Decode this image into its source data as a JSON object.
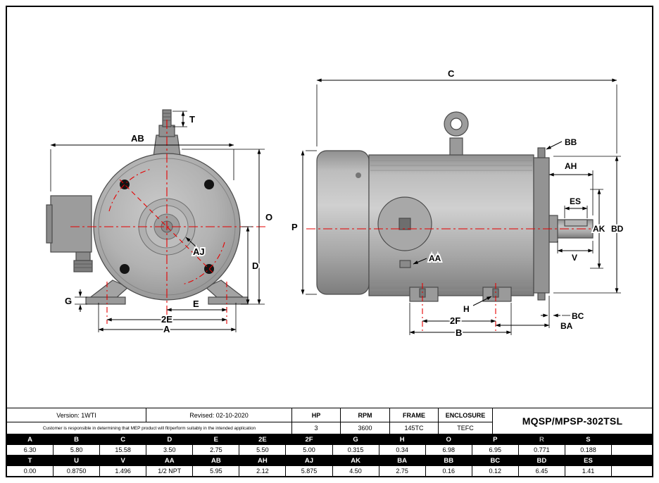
{
  "colors": {
    "centerline": "#e60000",
    "line": "#000000",
    "metal": "#a8a8a8"
  },
  "drawing": {
    "labels": {
      "T": "T",
      "AB": "AB",
      "O": "O",
      "D": "D",
      "AJ": "AJ",
      "G": "G",
      "E": "E",
      "2E": "2E",
      "A": "A",
      "C": "C",
      "P": "P",
      "BB": "BB",
      "AH": "AH",
      "ES": "ES",
      "AK": "AK",
      "BD": "BD",
      "V": "V",
      "AA": "AA",
      "H": "H",
      "2F": "2F",
      "B": "B",
      "BA": "BA",
      "BC": "BC"
    }
  },
  "info": {
    "version": "Version: 1WTI",
    "revised": "Revised: 02-10-2020",
    "disclaimer": "Customer is responsible in determining that MEP product will fit/perform suitably in the intended application",
    "model": "MQSP/MPSP-302TSL",
    "spec_headers": [
      "HP",
      "RPM",
      "FRAME",
      "ENCLOSURE"
    ],
    "spec_values": [
      "3",
      "3600",
      "145TC",
      "TEFC"
    ]
  },
  "dims": {
    "row1_headers": [
      "A",
      "B",
      "C",
      "D",
      "E",
      "2E",
      "2F",
      "G",
      "H",
      "O",
      "P",
      "R",
      "S"
    ],
    "row1_values": [
      "6.30",
      "5.80",
      "15.58",
      "3.50",
      "2.75",
      "5.50",
      "5.00",
      "0.315",
      "0.34",
      "6.98",
      "6.95",
      "0.771",
      "0.188"
    ],
    "row2_headers": [
      "T",
      "U",
      "V",
      "AA",
      "AB",
      "AH",
      "AJ",
      "AK",
      "BA",
      "BB",
      "BC",
      "BD",
      "ES"
    ],
    "row2_values": [
      "0.00",
      "0.8750",
      "1.496",
      "1/2 NPT",
      "5.95",
      "2.12",
      "5.875",
      "4.50",
      "2.75",
      "0.16",
      "0.12",
      "6.45",
      "1.41"
    ]
  }
}
